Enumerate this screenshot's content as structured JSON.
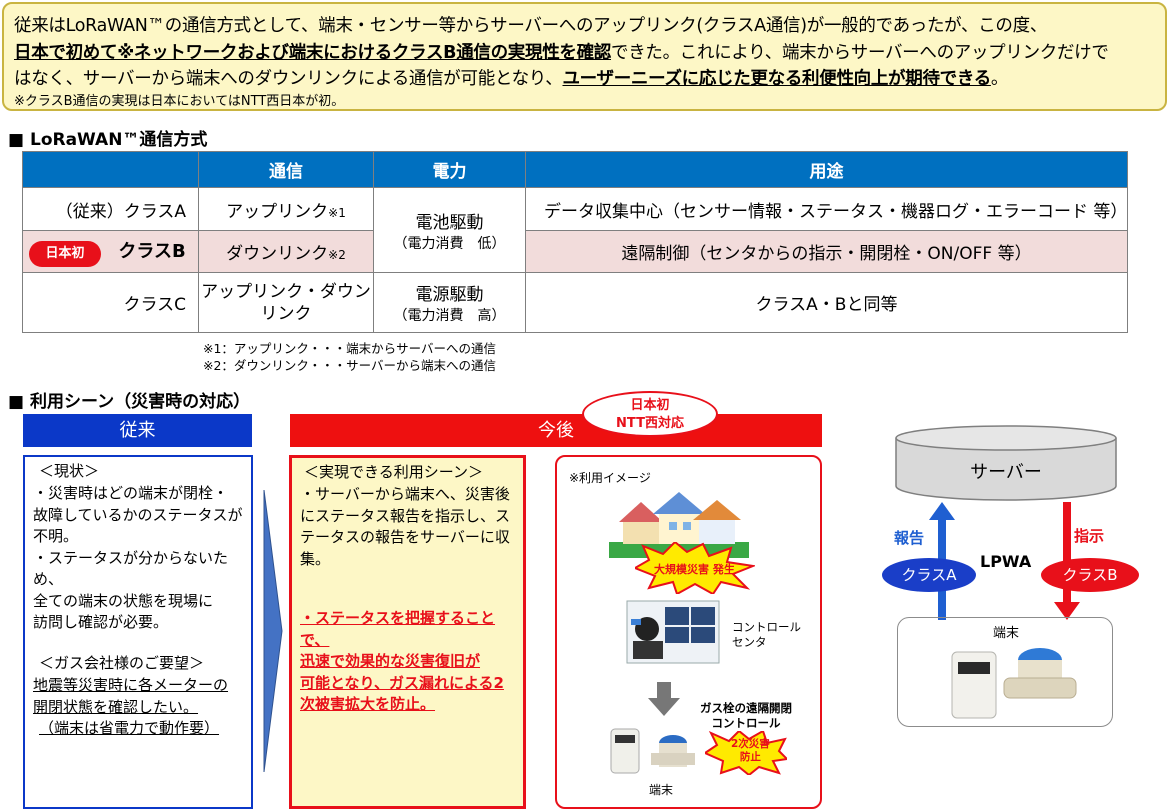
{
  "summary": {
    "line1": "従来はLoRaWAN™の通信方式として、端末・センサー等からサーバーへのアップリンク(クラスA通信)が一般的であったが、この度、",
    "line2_bold": "日本で初めて※ネットワークおよび端末におけるクラスB通信の実現性を確認",
    "line2_rest": "できた。これにより、端末からサーバーへのアップリンクだけで",
    "line3_normal": "はなく、サーバーから端末へのダウンリンクによる通信が可能となり、",
    "line3_bold": "ユーザーニーズに応じた更なる利便性向上が期待できる",
    "line3_end": "。",
    "note": "※クラスB通信の実現は日本においてはNTT西日本が初。"
  },
  "section1_title": "■ LoRaWAN™通信方式",
  "table": {
    "headers": [
      "",
      "通信",
      "電力",
      "用途"
    ],
    "rows": [
      {
        "class": "（従来）クラスA",
        "comm": "アップリンク",
        "comm_note": "※1",
        "usage": "データ収集中心（センサー情報・ステータス・機器ログ・エラーコード 等）"
      },
      {
        "badge": "日本初",
        "class": "クラスB",
        "comm": "ダウンリンク",
        "comm_note": "※2",
        "usage": "遠隔制御（センタからの指示・開閉栓・ON/OFF 等）"
      },
      {
        "class": "クラスC",
        "comm": "アップリンク・ダウンリンク",
        "power": "電源駆動",
        "power_note": "（電力消費　高）",
        "usage": "クラスA・Bと同等"
      }
    ],
    "power_ab": "電池駆動",
    "power_ab_note": "（電力消費　低）"
  },
  "footnotes": [
    "※1：アップリンク・・・端末からサーバーへの通信",
    "※2：ダウンリンク・・・サーバーから端末への通信"
  ],
  "section2_title": "■ 利用シーン（災害時の対応）",
  "scene": {
    "before_label": "従来",
    "after_label": "今後",
    "after_badge": [
      "日本初",
      "NTT西対応"
    ],
    "before_text": {
      "status_head": "＜現状＞",
      "status_lines": [
        "・災害時はどの端末が閉栓・",
        "故障しているかのステータスが",
        "不明。",
        "・ステータスが分からないため、",
        "全ての端末の状態を現場に",
        "訪問し確認が必要。"
      ],
      "request_head": "＜ガス会社様のご要望＞",
      "request_lines": [
        "地震等災害時に各メーターの",
        "開閉状態を確認したい。",
        "（端末は省電力で動作要）"
      ]
    },
    "after_text": {
      "head": "＜実現できる利用シーン＞",
      "lines": [
        "・サーバーから端末へ、災害後",
        "にステータス報告を指示し、ス",
        "テータスの報告をサーバーに収",
        "集。"
      ],
      "emph": [
        "・ステータスを把握することで、",
        "迅速で効果的な災害復旧が",
        "可能となり、ガス漏れによる2",
        "次被害拡大を防止。"
      ]
    },
    "image_box": {
      "caption": "※利用イメージ",
      "disaster_label": "大規模災害 発生",
      "center_label": [
        "コントロール",
        "センタ"
      ],
      "remote_label": [
        "ガス栓の遠隔開閉",
        "コントロール"
      ],
      "secondary_label": [
        "2次災害",
        "防止"
      ],
      "terminal_label": "端末"
    },
    "diagram": {
      "server": "サーバー",
      "report": "報告",
      "instruct": "指示",
      "class_a": "クラスA",
      "class_b": "クラスB",
      "lpwa": "LPWA",
      "terminal": "端末"
    }
  },
  "colors": {
    "blue": "#0070c0",
    "red": "#e8101a",
    "navy": "#0b38c8",
    "summary_bg": "#fdf7c6",
    "pink": "#f2dcdb"
  }
}
